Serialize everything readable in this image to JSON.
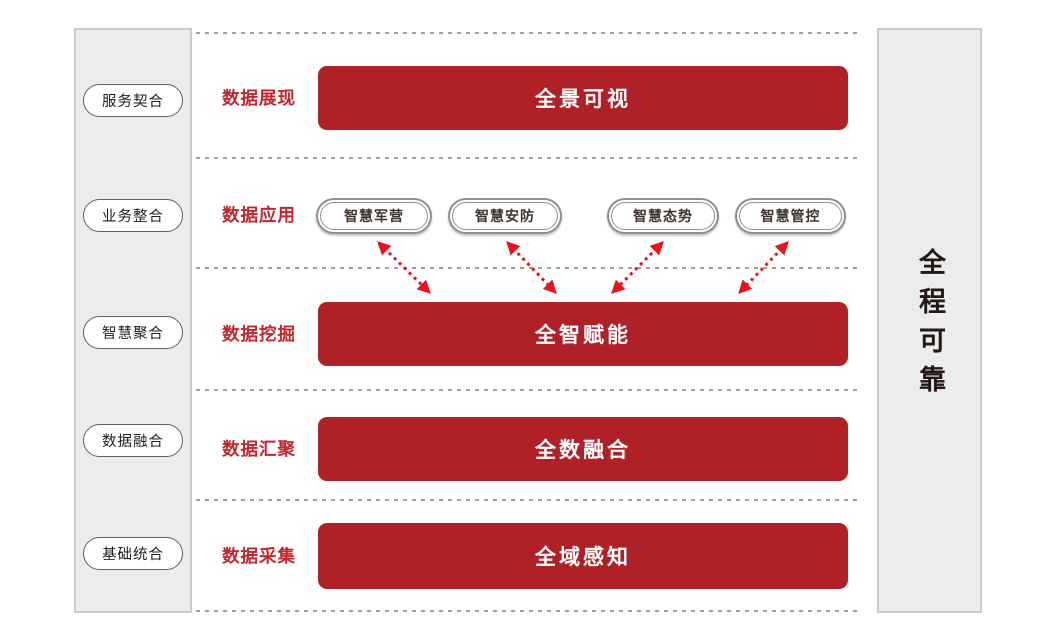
{
  "left_panel": {
    "items": [
      {
        "label": "服务契合"
      },
      {
        "label": "业务整合"
      },
      {
        "label": "智慧聚合"
      },
      {
        "label": "数据融合"
      },
      {
        "label": "基础统合"
      }
    ]
  },
  "right_panel": {
    "title": "全程可靠"
  },
  "layers": [
    {
      "label": "数据展现",
      "bar": "全景可视"
    },
    {
      "label": "数据应用",
      "apps": [
        "智慧军营",
        "智慧安防",
        "智慧态势",
        "智慧管控"
      ]
    },
    {
      "label": "数据挖掘",
      "bar": "全智赋能"
    },
    {
      "label": "数据汇聚",
      "bar": "全数融合"
    },
    {
      "label": "数据采集",
      "bar": "全域感知"
    }
  ],
  "colors": {
    "bar_red": "#B02127",
    "label_red": "#C1272D",
    "arrow_red": "#E8131B",
    "panel_bg": "#ECECEC",
    "panel_border": "#CBCBCB",
    "pill_border": "#8F8F8F",
    "dotted_line": "#9F9F9F",
    "title_text": "#231815"
  }
}
